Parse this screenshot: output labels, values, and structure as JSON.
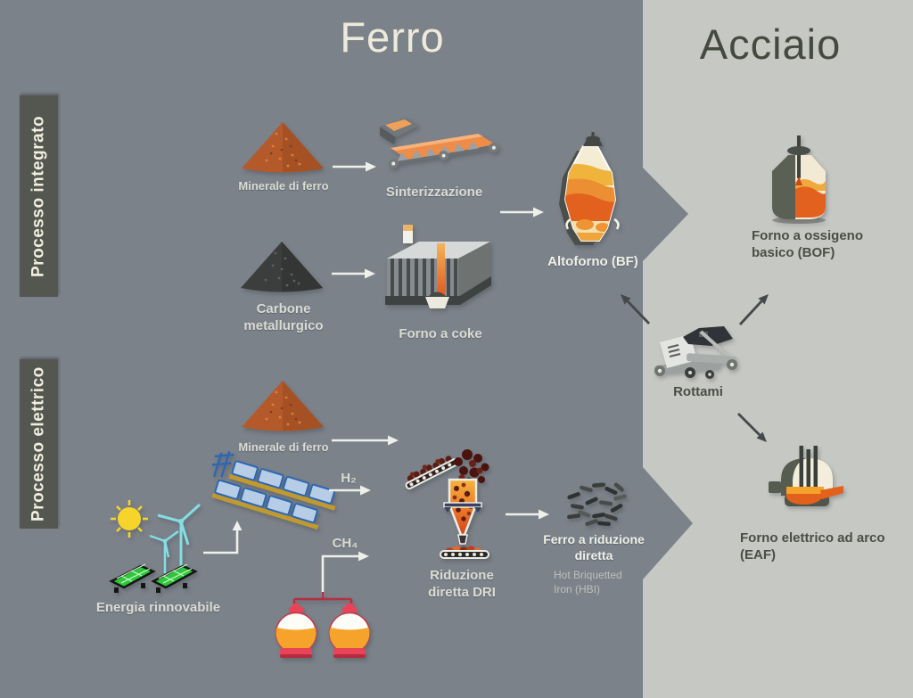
{
  "titles": {
    "ferro": "Ferro",
    "acciaio": "Acciaio"
  },
  "sidebar": {
    "integrato": "Processo integrato",
    "elettrico": "Processo elettrico"
  },
  "labels": {
    "iron_ore_top": "Minerale di ferro",
    "sintering": "Sinterizzazione",
    "coal": "Carbone metallurgico",
    "coke_oven": "Forno a coke",
    "blast_furnace": "Altoforno (BF)",
    "renewable": "Energia rinnovabile",
    "iron_ore_bottom": "Minerale di ferro",
    "h2": "H₂",
    "ch4": "CH₄",
    "dri": "Riduzione diretta DRI",
    "hbi_title": "Ferro a riduzione diretta",
    "hbi_sub": "Hot Briquetted Iron (HBI)",
    "scrap": "Rottami",
    "bof": "Forno a ossigeno basico (BOF)",
    "eaf": "Forno elettrico ad arco (EAF)"
  },
  "icons": {
    "iron_ore": "orange-ore-pile",
    "coal": "dark-coal-pile",
    "sintering": "sinter-conveyor-machine",
    "coke_oven": "striped-coke-oven-building",
    "blast_furnace": "cutaway-blast-furnace",
    "renewable": "sun-wind-turbines-solar-panels",
    "electrolyzer": "blue-electrolyzer-rows",
    "gas_tanks": "spherical-gas-tanks",
    "dri": "direct-reduction-shaft-furnace",
    "hbi": "briquette-pile",
    "scrap": "scrap-metal-pile",
    "bof": "basic-oxygen-converter",
    "eaf": "electric-arc-furnace-dome"
  },
  "colors": {
    "panel_left": "#7c828a",
    "panel_right": "#c6c8c4",
    "sidebar_box": "#545750",
    "title_left": "#eeeadb",
    "title_right": "#454a41",
    "label_light": "#d9dcd3",
    "label_dark": "#4a4e46",
    "ore_orange": "#b45a2a",
    "molten_orange": "#e2611f",
    "sun_yellow": "#f6d42a",
    "wind_cyan": "#84dde4",
    "solar_green": "#2fc63b",
    "electrolyzer_blue": "#2c67b5",
    "tank_red": "#e84356"
  }
}
